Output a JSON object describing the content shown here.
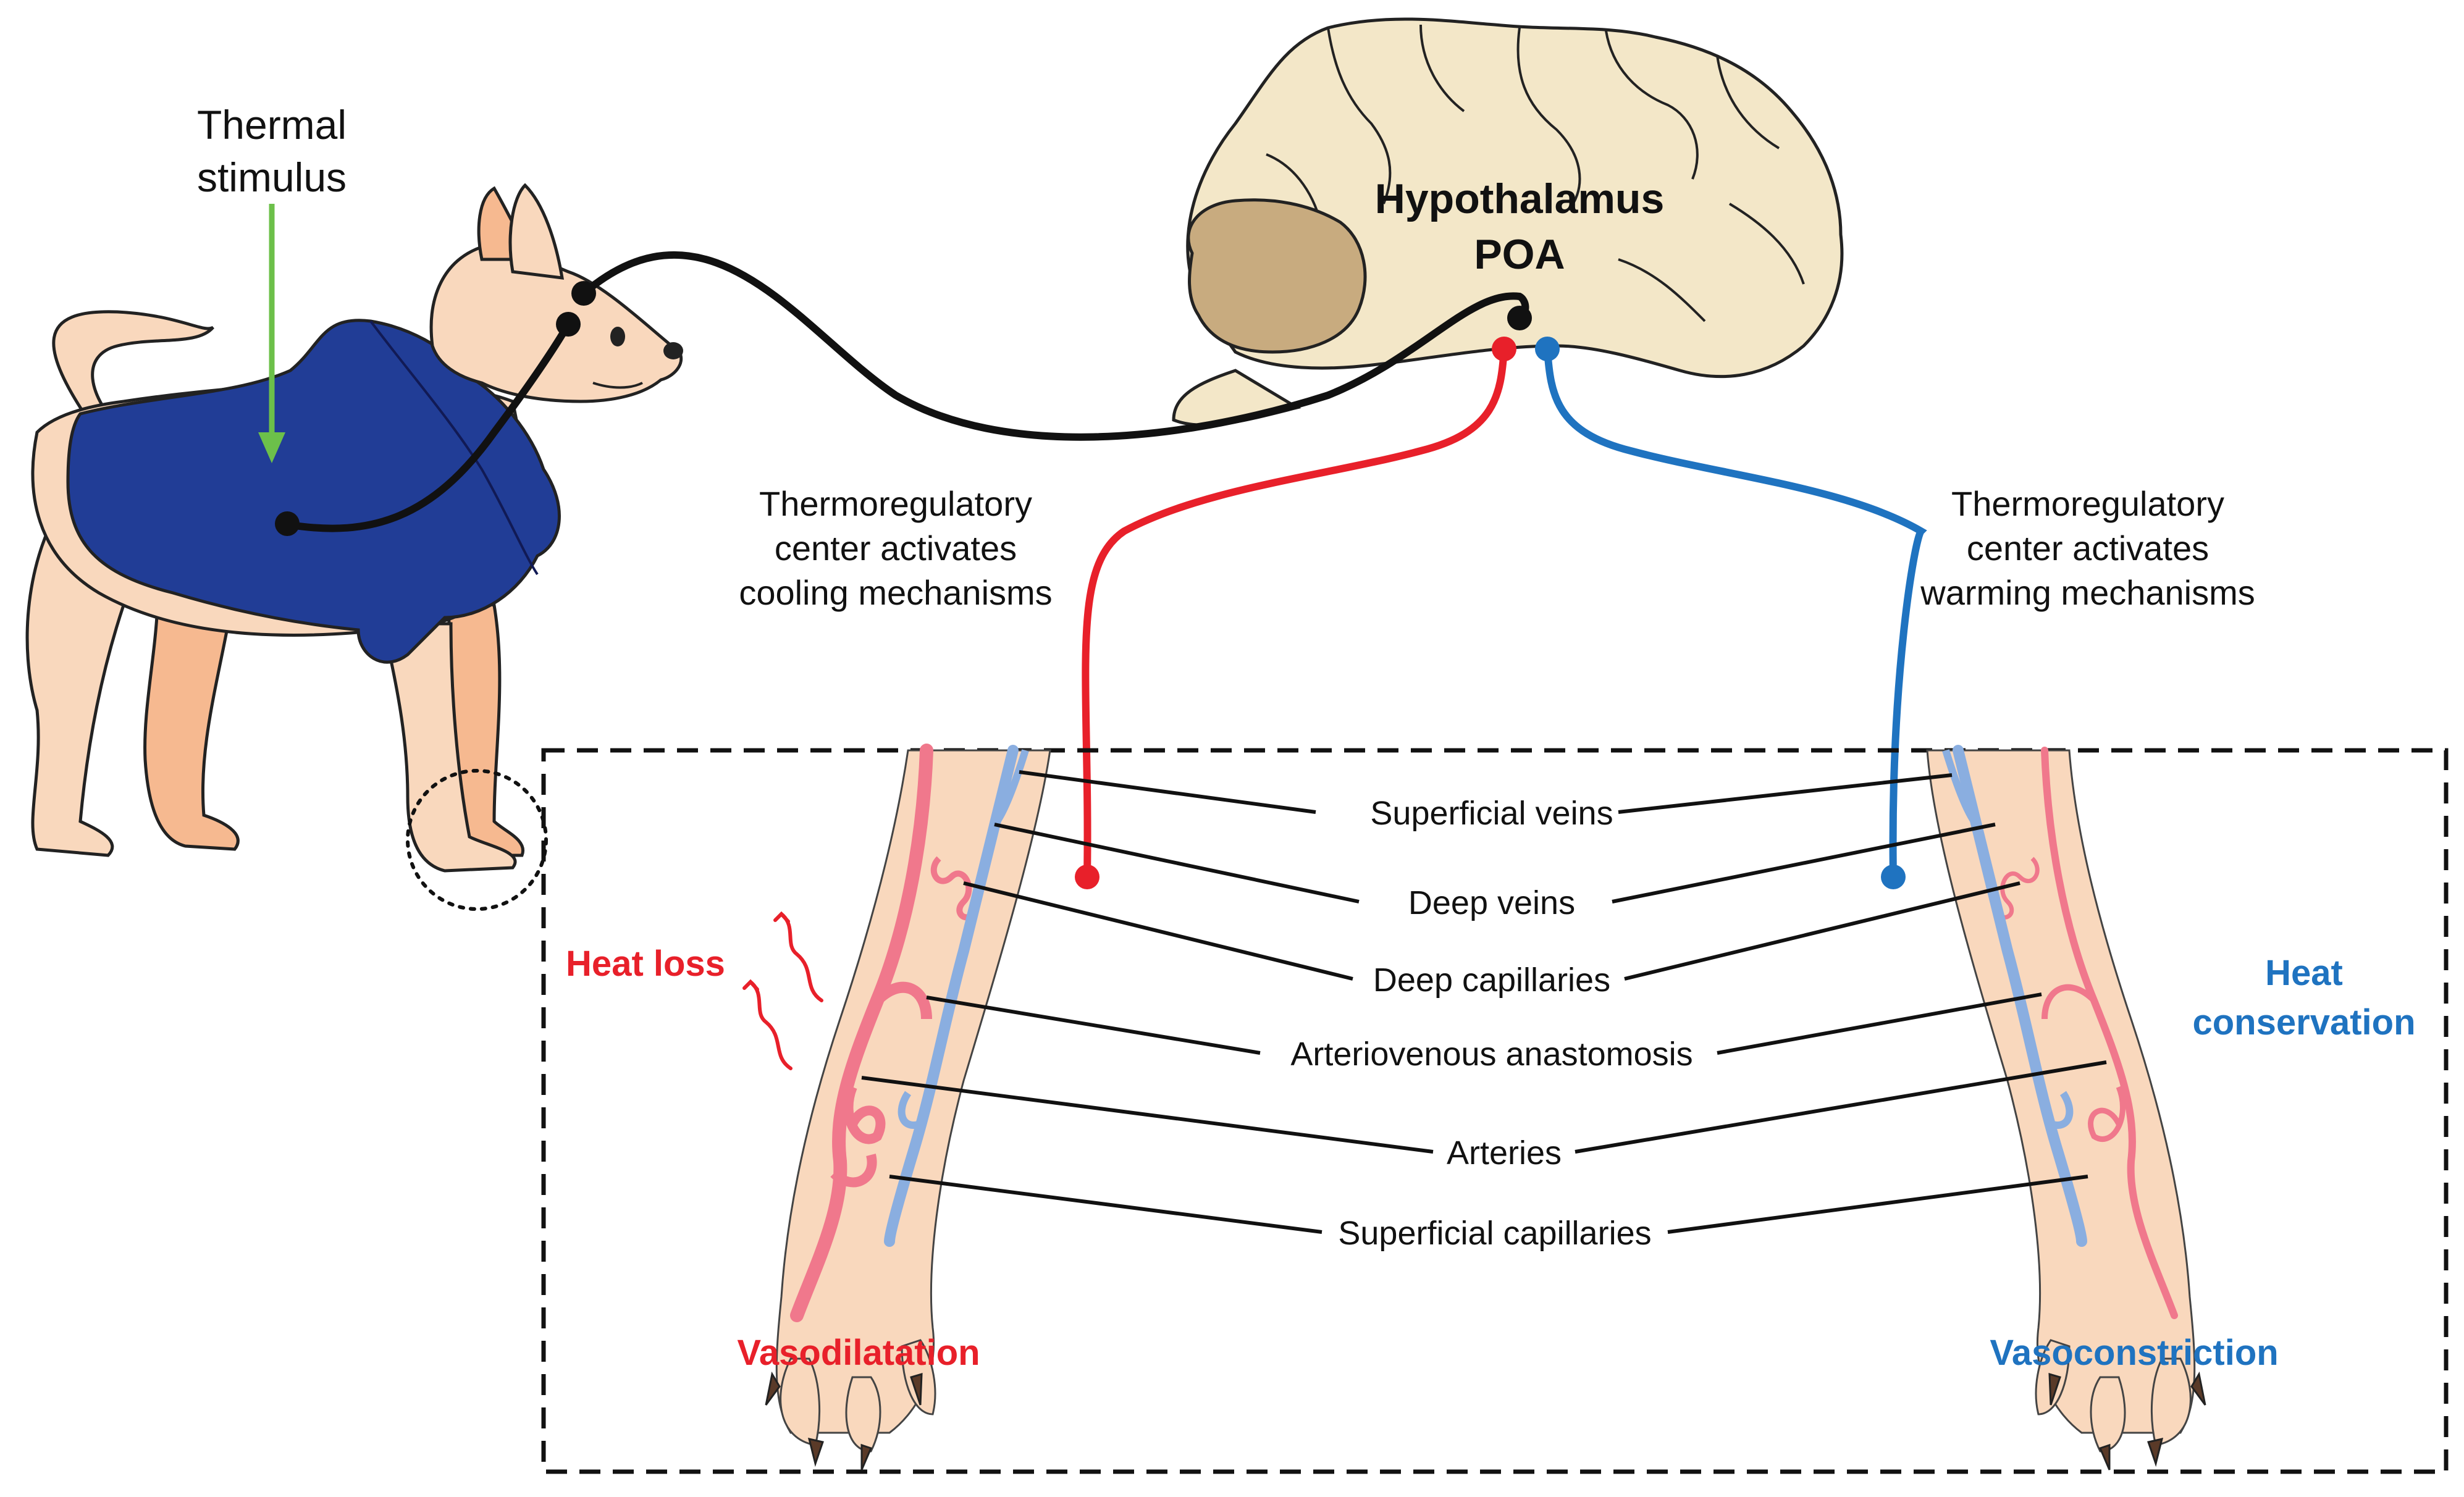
{
  "stimulus": {
    "line1": "Thermal",
    "line2": "stimulus"
  },
  "brain": {
    "title": "Hypothalamus",
    "subtitle": "POA"
  },
  "cooling_text": {
    "line1": "Thermoregulatory",
    "line2": "center activates",
    "line3": "cooling mechanisms"
  },
  "warming_text": {
    "line1": "Thermoregulatory",
    "line2": "center activates",
    "line3": "warming mechanisms"
  },
  "left_panel": {
    "effect": "Heat loss",
    "response": "Vasodilatation"
  },
  "right_panel": {
    "effect_line1": "Heat",
    "effect_line2": "conservation",
    "response": "Vasoconstriction"
  },
  "tissue_labels": [
    "Superficial veins",
    "Deep veins",
    "Deep capillaries",
    "Arteriovenous anastomosis",
    "Arteries",
    "Superficial capillaries"
  ],
  "colors": {
    "warm": "#e8202a",
    "cold": "#1f73c0",
    "stimulus_arrow": "#6cc04a",
    "coat": "#213d96",
    "skin": "#f9d8bd",
    "brain": "#f3e7c8",
    "cerebellum": "#c8ab7f",
    "artery": "#f0788c",
    "vein": "#8aaee0"
  }
}
